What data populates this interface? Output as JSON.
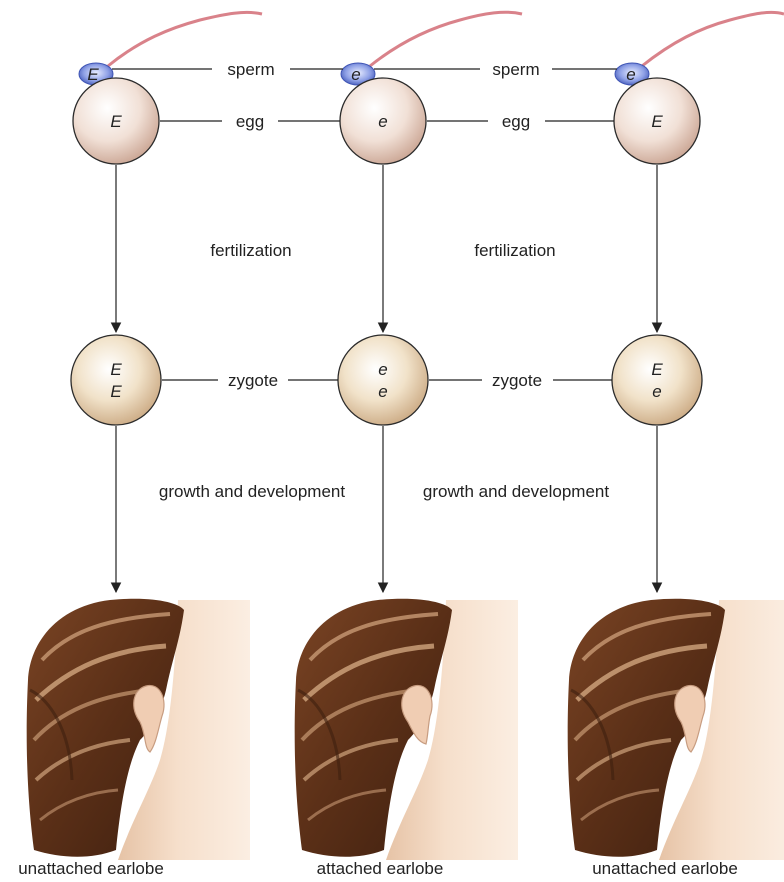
{
  "labels": {
    "sperm": "sperm",
    "egg": "egg",
    "fertilization": "fertilization",
    "zygote": "zygote",
    "growth": "growth and development"
  },
  "columns": [
    {
      "sperm_allele": "E",
      "egg_allele": "E",
      "zygote_alleles": [
        "E",
        "E"
      ],
      "phenotype": "unattached earlobe"
    },
    {
      "sperm_allele": "e",
      "egg_allele": "e",
      "zygote_alleles": [
        "e",
        "e"
      ],
      "phenotype": "attached earlobe"
    },
    {
      "sperm_allele": "e",
      "egg_allele": "E",
      "zygote_alleles": [
        "E",
        "e"
      ],
      "phenotype": "unattached earlobe"
    }
  ],
  "colors": {
    "egg_fill": "#ecd6c8",
    "zygote_fill": "#e8cfa8",
    "sperm_head": "#6a7fd0",
    "sperm_tail": "#d9828a",
    "hair_dark": "#5a2f17",
    "hair_light": "#c89a74",
    "skin": "#f3d9c3"
  }
}
